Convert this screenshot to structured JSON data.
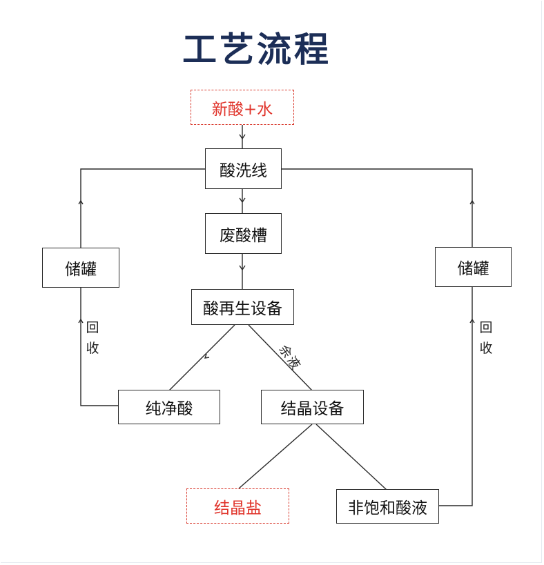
{
  "title": "工艺流程",
  "nodes": {
    "new_acid_water": "新酸+水",
    "pickling_line": "酸洗线",
    "waste_acid_tank": "废酸槽",
    "acid_regen": "酸再生设备",
    "storage_left": "储罐",
    "storage_right": "储罐",
    "pure_acid": "纯净酸",
    "crystal_equip": "结晶设备",
    "crystal_salt": "结晶盐",
    "unsat_acid": "非饱和酸液"
  },
  "labels": {
    "recycle_left": [
      "回",
      "收"
    ],
    "recycle_right": [
      "回",
      "收"
    ],
    "residual": "余液"
  },
  "colors": {
    "title": "#1c2e57",
    "highlight": "#e0332a",
    "line": "#2a2a2a"
  }
}
